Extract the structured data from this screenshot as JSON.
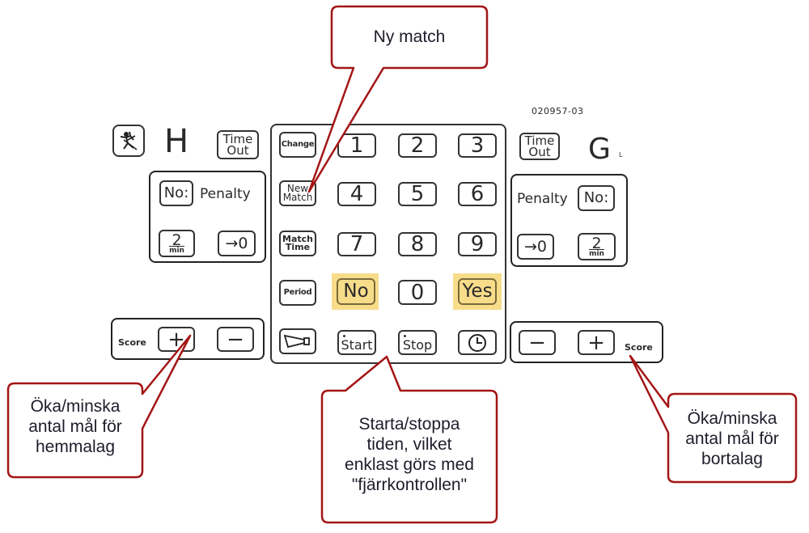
{
  "diagram": {
    "part_number": "020957-03",
    "home": {
      "team_letter": "H",
      "icon": "player-icon",
      "timeout_label": [
        "Time",
        "Out"
      ],
      "penalty": {
        "label": "Penalty",
        "number_key": "No:",
        "two_min_key": [
          "2",
          "min"
        ],
        "reset_key": "→0"
      },
      "score": {
        "label": "Score",
        "plus": "+",
        "minus": "−"
      }
    },
    "guest": {
      "team_letter": "G",
      "corner_mark": "L",
      "timeout_label": [
        "Time",
        "Out"
      ],
      "penalty": {
        "label": "Penalty",
        "number_key": "No:",
        "two_min_key": [
          "2",
          "min"
        ],
        "reset_key": "→0"
      },
      "score": {
        "label": "Score",
        "plus": "+",
        "minus": "−"
      }
    },
    "keypad": {
      "function_keys": {
        "change": "Change",
        "new_match": [
          "New",
          "Match"
        ],
        "match_time": [
          "Match",
          "Time"
        ],
        "period": "Period",
        "horn": "horn-icon"
      },
      "digits": [
        "1",
        "2",
        "3",
        "4",
        "5",
        "6",
        "7",
        "8",
        "9"
      ],
      "no": "No",
      "zero": "0",
      "yes": "Yes",
      "start": "Start",
      "stop": "Stop",
      "clock": "clock-icon",
      "highlight_color": "#f7dc8a"
    }
  },
  "callouts": {
    "accent_color": "#a31515",
    "new_match": "Ny match",
    "home_score": [
      "Öka/minska",
      "antal mål för",
      "hemmalag"
    ],
    "start_stop": [
      "Starta/stoppa",
      "tiden, vilket",
      "enklast görs med",
      "\"fjärrkontrollen\""
    ],
    "guest_score": [
      "Öka/minska",
      "antal mål för",
      "bortalag"
    ]
  }
}
